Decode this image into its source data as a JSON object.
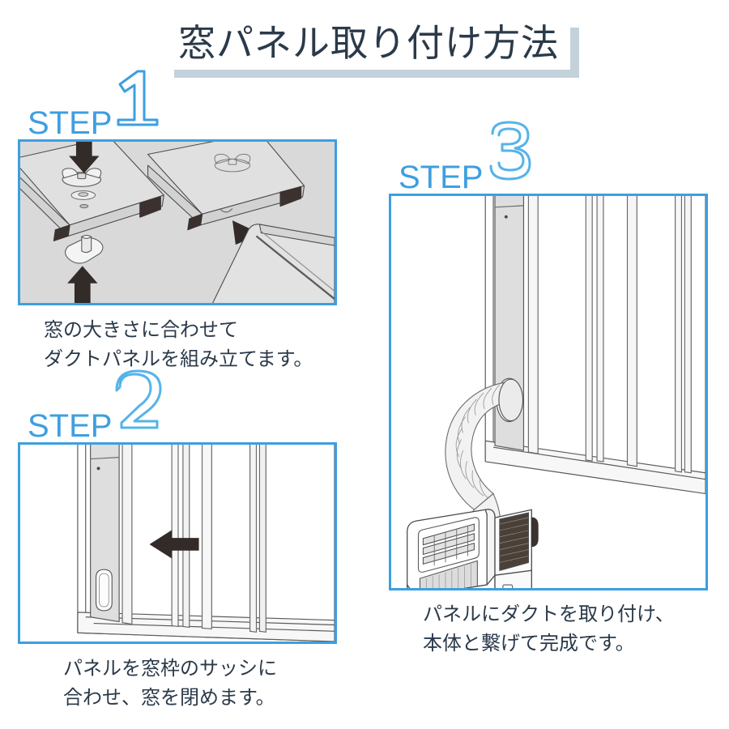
{
  "page": {
    "title": "窓パネル取り付け方法",
    "language": "ja",
    "background_color": "#ffffff"
  },
  "colors": {
    "accent_blue": "#3d9fe0",
    "title_text": "#2b3a4a",
    "title_shadow": "#c3d2da",
    "caption_text": "#2b3a4a",
    "panel_gray_fill": "#d9d9d9",
    "line_art_stroke": "#4a4a4a",
    "arrow_black": "#332b28"
  },
  "steps": [
    {
      "id": "step1",
      "word": "STEP",
      "number": "1",
      "caption": "窓の大きさに合わせて\nダクトパネルを組み立てます。",
      "caption_lines": [
        "窓の大きさに合わせて",
        "ダクトパネルを組み立てます。"
      ],
      "illustration": "duct-panel-assembly-rails-wingnut-bolt",
      "frame_fill": "#d9d9d9"
    },
    {
      "id": "step2",
      "word": "STEP",
      "number": "2",
      "caption": "パネルを窓枠のサッシに\n合わせ、窓を閉めます。",
      "caption_lines": [
        "パネルを窓枠のサッシに",
        "合わせ、窓を閉めます。"
      ],
      "illustration": "window-sash-panel-fitted-close-window-arrow",
      "frame_fill": "#ffffff"
    },
    {
      "id": "step3",
      "word": "STEP",
      "number": "3",
      "caption": "パネルにダクトを取り付け、\n本体と繋げて完成です。",
      "caption_lines": [
        "パネルにダクトを取り付け、",
        "本体と繋げて完成です。"
      ],
      "illustration": "duct-hose-connected-panel-and-portable-air-conditioner",
      "frame_fill": "#ffffff"
    }
  ]
}
